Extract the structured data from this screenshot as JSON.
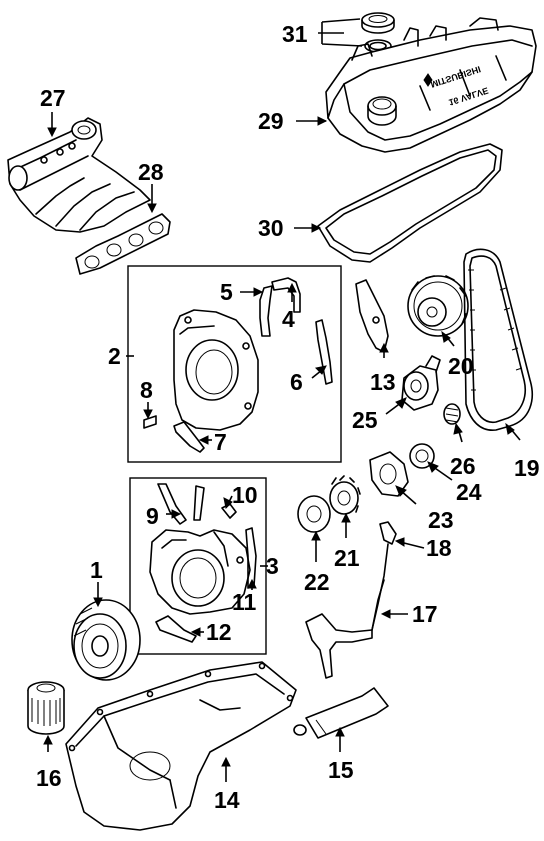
{
  "callouts": [
    {
      "id": "c1",
      "text": "1"
    },
    {
      "id": "c2",
      "text": "2"
    },
    {
      "id": "c3",
      "text": "3"
    },
    {
      "id": "c4",
      "text": "4"
    },
    {
      "id": "c5",
      "text": "5"
    },
    {
      "id": "c6",
      "text": "6"
    },
    {
      "id": "c7",
      "text": "7"
    },
    {
      "id": "c8",
      "text": "8"
    },
    {
      "id": "c9",
      "text": "9"
    },
    {
      "id": "c10",
      "text": "10"
    },
    {
      "id": "c11",
      "text": "11"
    },
    {
      "id": "c12",
      "text": "12"
    },
    {
      "id": "c13",
      "text": "13"
    },
    {
      "id": "c14",
      "text": "14"
    },
    {
      "id": "c15",
      "text": "15"
    },
    {
      "id": "c16",
      "text": "16"
    },
    {
      "id": "c17",
      "text": "17"
    },
    {
      "id": "c18",
      "text": "18"
    },
    {
      "id": "c19",
      "text": "19"
    },
    {
      "id": "c20",
      "text": "20"
    },
    {
      "id": "c21",
      "text": "21"
    },
    {
      "id": "c22",
      "text": "22"
    },
    {
      "id": "c23",
      "text": "23"
    },
    {
      "id": "c24",
      "text": "24"
    },
    {
      "id": "c25",
      "text": "25"
    },
    {
      "id": "c26",
      "text": "26"
    },
    {
      "id": "c27",
      "text": "27"
    },
    {
      "id": "c28",
      "text": "28"
    },
    {
      "id": "c29",
      "text": "29"
    },
    {
      "id": "c30",
      "text": "30"
    },
    {
      "id": "c31",
      "text": "31"
    }
  ],
  "valve_cover_text": {
    "brand": "MITSUBISHI",
    "label": "16 VALVE"
  },
  "icons": {
    "brand_mark": "three-diamond-logo"
  }
}
